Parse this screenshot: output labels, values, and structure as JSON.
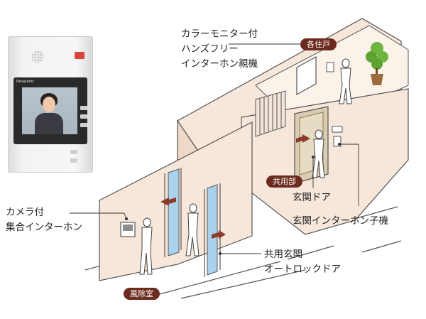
{
  "labels": {
    "monitor_line1": "カラーモニター付",
    "monitor_line2": "ハンズフリー",
    "monitor_line3": "インターホン親機",
    "camera_line1": "カメラ付",
    "camera_line2": "集合インターホン",
    "entrance_door": "玄関ドア",
    "entrance_intercom": "玄関インターホン子機",
    "autolock_line1": "共用玄関",
    "autolock_line2": "オートロックドア"
  },
  "badges": {
    "each_unit": "各住戸",
    "common_area": "共用部",
    "vestibule": "風除室"
  },
  "colors": {
    "wall": "#f7e7da",
    "wall_shade": "#eed8c7",
    "outline": "#555555",
    "badge": "#6b2b1e",
    "glass": "#a9d3ec",
    "door": "#d9ccb0",
    "arrow": "#8b3a2b"
  },
  "device": {
    "brand": "Panasonic"
  }
}
